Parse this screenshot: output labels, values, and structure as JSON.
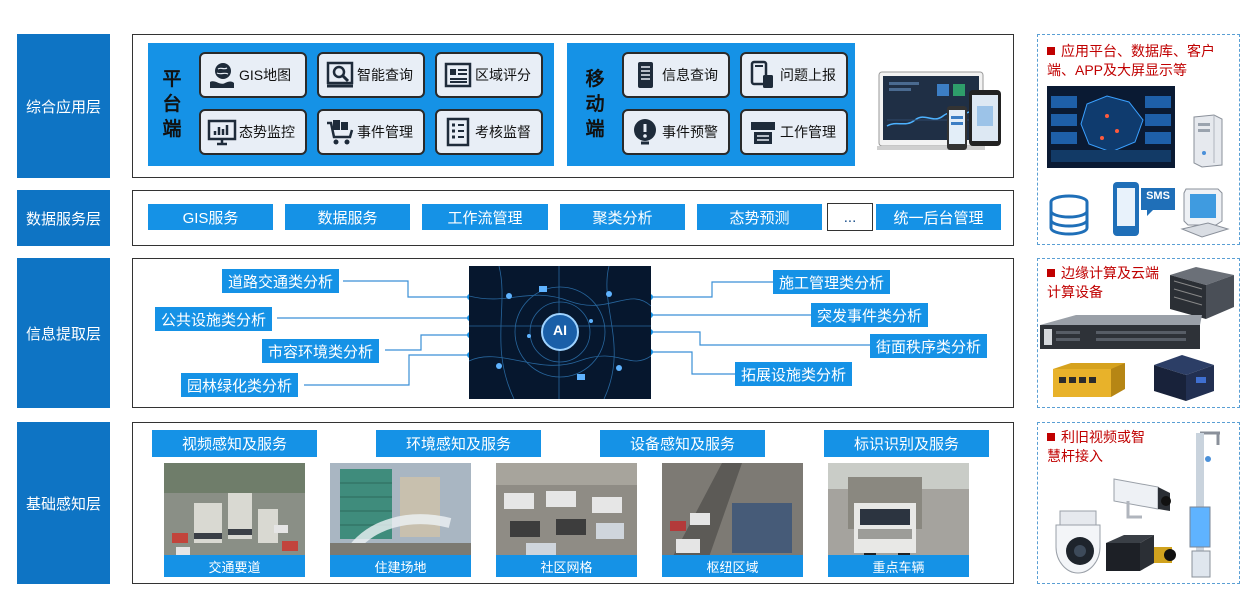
{
  "layers": [
    "综合应用层",
    "数据服务层",
    "信息提取层",
    "基础感知层"
  ],
  "platform": {
    "title": "平台端",
    "tiles": [
      {
        "label": "GIS地图",
        "icon": "gis-globe-icon"
      },
      {
        "label": "智能查询",
        "icon": "magnifier-icon"
      },
      {
        "label": "区域评分",
        "icon": "score-board-icon"
      },
      {
        "label": "态势监控",
        "icon": "monitor-chart-icon"
      },
      {
        "label": "事件管理",
        "icon": "cart-files-icon"
      },
      {
        "label": "考核监督",
        "icon": "checklist-icon"
      }
    ]
  },
  "mobile": {
    "title": "移动端",
    "tiles": [
      {
        "label": "信息查询",
        "icon": "phone-list-icon"
      },
      {
        "label": "问题上报",
        "icon": "phone-upload-icon"
      },
      {
        "label": "事件预警",
        "icon": "alert-icon"
      },
      {
        "label": "工作管理",
        "icon": "work-files-icon"
      }
    ]
  },
  "data_services": [
    "GIS服务",
    "数据服务",
    "工作流管理",
    "聚类分析",
    "态势预测",
    "...",
    "统一后台管理"
  ],
  "ai_analysis": {
    "ai_label": "AI",
    "left": [
      "道路交通类分析",
      "公共设施类分析",
      "市容环境类分析",
      "园林绿化类分析"
    ],
    "right": [
      "施工管理类分析",
      "突发事件类分析",
      "街面秩序类分析",
      "拓展设施类分析"
    ]
  },
  "perception": {
    "headers": [
      "视频感知及服务",
      "环境感知及服务",
      "设备感知及服务",
      "标识识别及服务"
    ],
    "photos": [
      "交通要道",
      "住建场地",
      "社区网格",
      "枢纽区域",
      "重点车辆"
    ]
  },
  "side": {
    "app_note": "应用平台、数据库、客户端、APP及大屏显示等",
    "sms_label": "SMS",
    "compute_note": "边缘计算及云端计算设备",
    "video_note": "利旧视频或智慧杆接入"
  },
  "colors": {
    "label_bg": "#0e74c4",
    "accent": "#1592e6",
    "note_red": "#c00000"
  }
}
